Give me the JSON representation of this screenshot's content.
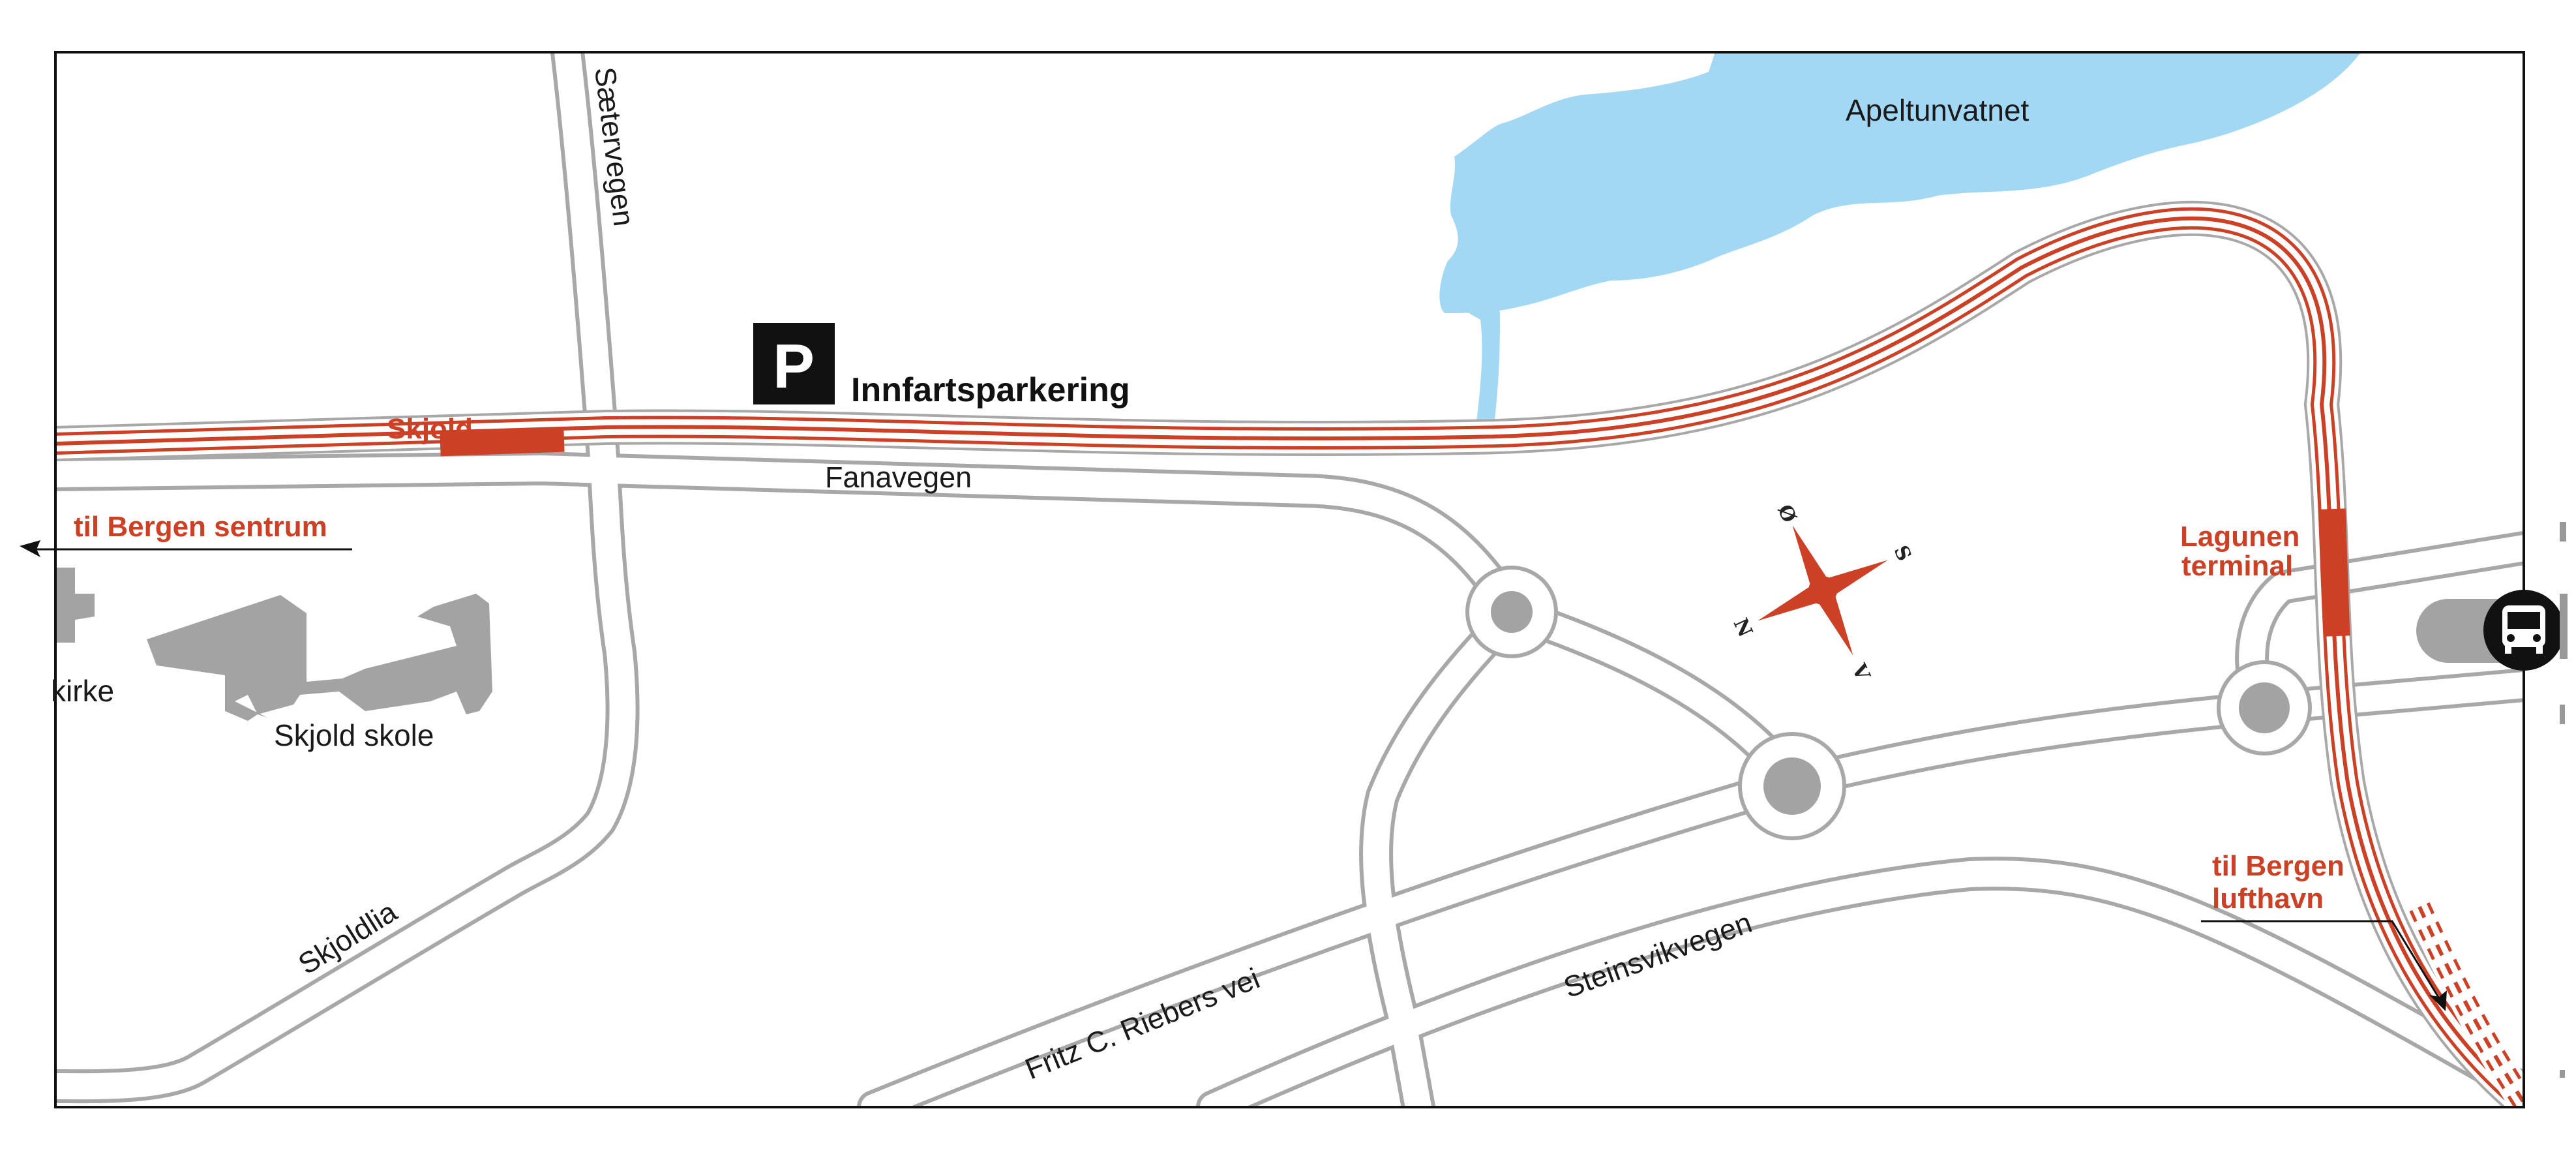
{
  "map": {
    "lake": {
      "name": "Apeltunvatnet"
    },
    "roads": {
      "saetervegen": "Sætervegen",
      "fanavegen": "Fanavegen",
      "skjoldlia": "Skjoldlia",
      "fritz": "Fritz C. Riebers vei",
      "steinsvik": "Steinsvikvegen"
    },
    "places": {
      "kirke": "kirke",
      "skole": "Skjold skole"
    },
    "parking": {
      "symbol": "P",
      "label": "Innfartsparkering"
    },
    "stations": {
      "skjold": "Skjold",
      "lagunen_line1": "Lagunen",
      "lagunen_line2": "terminal"
    },
    "directions": {
      "sentrum": "til Bergen sentrum",
      "lufthavn_line1": "til Bergen",
      "lufthavn_line2": "lufthavn"
    },
    "compass": {
      "n": "N",
      "s": "S",
      "o": "Ø",
      "v": "V"
    },
    "icons": {
      "bus": "bus-icon",
      "parking": "parking-icon"
    },
    "colors": {
      "tram": "#cc4125",
      "water": "#a3d8f4",
      "road_casing": "#a8a8a8",
      "building": "#a3a3a3"
    }
  }
}
